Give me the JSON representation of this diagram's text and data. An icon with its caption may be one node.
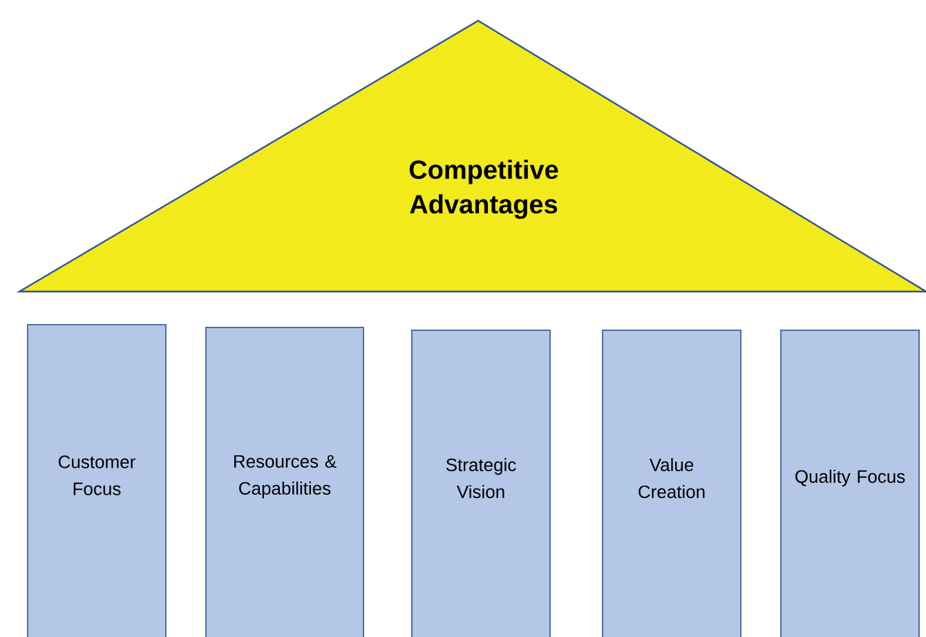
{
  "diagram": {
    "nodes": [
      {
        "text": [
          "Competitive Advantages"
        ]
      },
      {
        "text": [
          "Customer Focus"
        ]
      },
      {
        "text": [
          "Resources & Capabilities"
        ]
      },
      {
        "text": [
          "Strategic Vision"
        ]
      },
      {
        "text": [
          "Value Creation"
        ]
      },
      {
        "text": [
          "Quality Focus"
        ]
      }
    ]
  }
}
